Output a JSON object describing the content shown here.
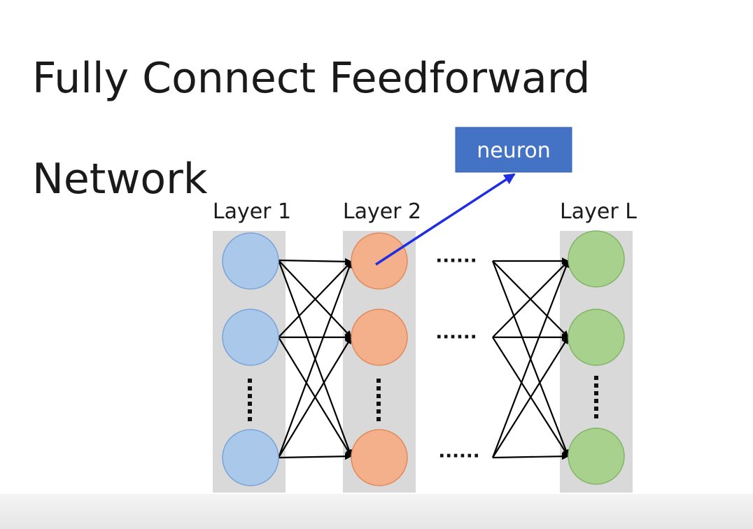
{
  "slide": {
    "title_line1": "Fully Connect Feedforward",
    "title_line2": "Network"
  },
  "diagram": {
    "callout": {
      "label": "neuron",
      "color": "#4472c4",
      "arrow_color": "#1f2ee0"
    },
    "layers": [
      {
        "label": "Layer 1",
        "fill": "#a9c8ea",
        "stroke": "#7aa3d6"
      },
      {
        "label": "Layer 2",
        "fill": "#f4b08a",
        "stroke": "#e08a5c"
      },
      {
        "label": "Layer L",
        "fill": "#a9d18e",
        "stroke": "#80b467"
      }
    ],
    "ellipsis_horizontal": "······",
    "column_background": "#d9d9d9"
  }
}
